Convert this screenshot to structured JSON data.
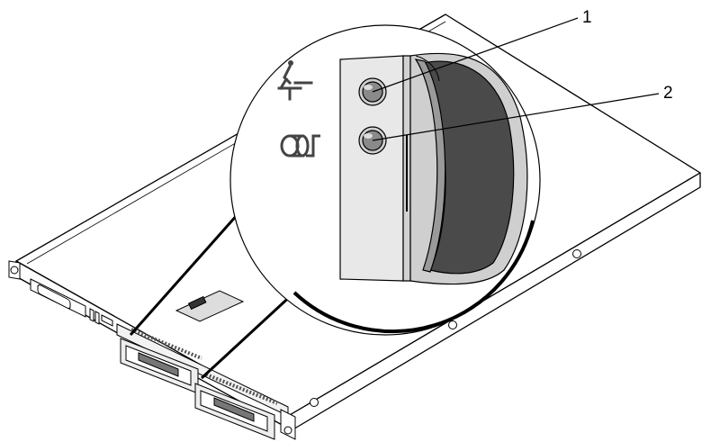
{
  "figure": {
    "callouts": [
      {
        "number": "1",
        "target": "hard-drive-activity-indicator"
      },
      {
        "number": "2",
        "target": "hard-drive-status-indicator"
      }
    ],
    "icons": {
      "activity": "hard-drive-activity-icon",
      "status": "hard-drive-status-icon"
    },
    "colors": {
      "line": "#000000",
      "background": "#ffffff",
      "panel": "#e6e6e6",
      "handle_dark": "#4a4a4a",
      "led": "#9a9a9a"
    }
  }
}
